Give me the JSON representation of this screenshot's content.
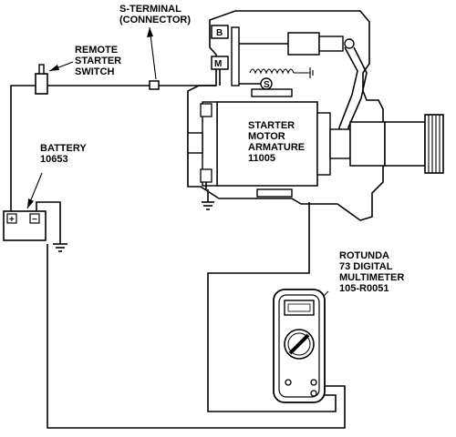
{
  "labels": {
    "s_terminal_line1": "S-TERMINAL",
    "s_terminal_line2": "(CONNECTOR)",
    "remote_line1": "REMOTE",
    "remote_line2": "STARTER",
    "remote_line3": "SWITCH",
    "battery_line1": "BATTERY",
    "battery_line2": "10653",
    "armature_line1": "STARTER",
    "armature_line2": "MOTOR",
    "armature_line3": "ARMATURE",
    "armature_line4": "11005",
    "meter_line1": "ROTUNDA",
    "meter_line2": "73 DIGITAL",
    "meter_line3": "MULTIMETER",
    "meter_line4": "105-R0051",
    "terminal_b": "B",
    "terminal_m": "M",
    "terminal_s": "S",
    "battery_plus": "+",
    "battery_minus": "−"
  }
}
